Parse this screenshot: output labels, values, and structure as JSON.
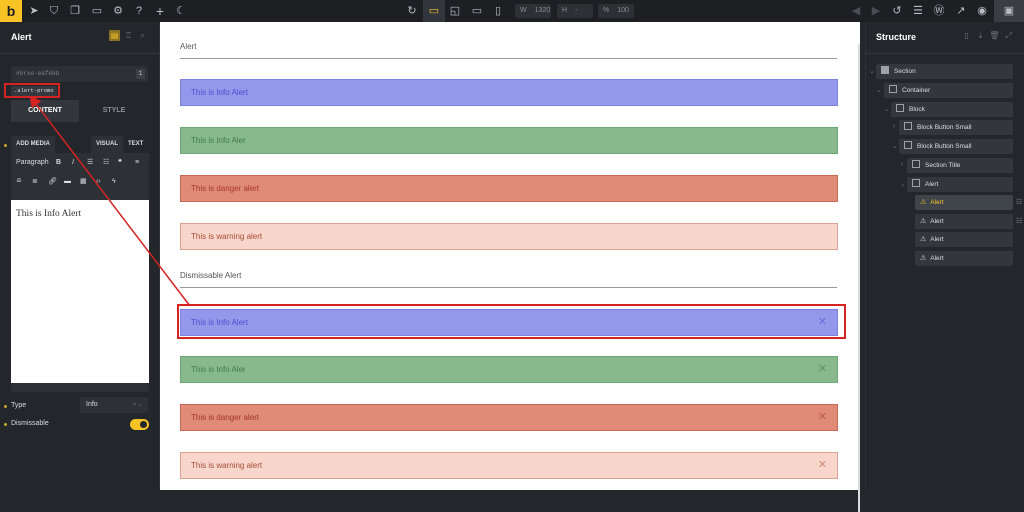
{
  "topbar": {
    "logo": "b",
    "left_icons": [
      "pointer-icon",
      "html5-icon",
      "pages-icon",
      "folder-icon",
      "settings-icon",
      "help-icon",
      "plus-icon",
      "moon-icon"
    ],
    "center_icons": [
      "refresh-icon",
      "desktop-icon",
      "tablet-landscape-icon",
      "tablet-icon",
      "mobile-icon"
    ],
    "width_label": "W",
    "width_value": "1320",
    "height_label": "H",
    "height_value": "-",
    "zoom_label": "%",
    "zoom_value": "100",
    "right_icons": [
      "undo-icon",
      "redo-icon",
      "history-icon",
      "database-icon",
      "wordpress-icon",
      "external-link-icon",
      "eye-icon",
      "save-icon"
    ]
  },
  "left_panel": {
    "title": "Alert",
    "element_id": "#brxe-eafebb",
    "id_badge": "1",
    "class_chip": ".alert-promo",
    "tabs": [
      "CONTENT",
      "STYLE"
    ],
    "editor": {
      "add_media": "ADD MEDIA",
      "visual_tab": "VISUAL",
      "text_tab": "TEXT",
      "format": "Paragraph",
      "content": "This is Info Alert"
    },
    "controls": {
      "type_label": "Type",
      "type_value": "Info",
      "dismissable_label": "Dismissable",
      "dismissable_on": true
    }
  },
  "canvas": {
    "sections": [
      {
        "title": "Alert",
        "alerts": [
          {
            "text": "This is Info Alert",
            "type": "info"
          },
          {
            "text": "This is Info Aler",
            "type": "success"
          },
          {
            "text": "This is danger alert",
            "type": "danger"
          },
          {
            "text": "This is warning alert",
            "type": "warning"
          }
        ]
      },
      {
        "title": "Dismissable Alert",
        "alerts": [
          {
            "text": "This is Info Alert",
            "type": "info",
            "close": "✕"
          },
          {
            "text": "This is Info Aler",
            "type": "success",
            "close": "✕"
          },
          {
            "text": "This is danger alert",
            "type": "danger",
            "close": "✕"
          },
          {
            "text": "This is warning alert",
            "type": "warning",
            "close": "✕"
          }
        ]
      }
    ],
    "colors": {
      "info_bg": "#9497ea",
      "info_text": "#4a4fcf",
      "info_border": "#7c80e0",
      "success_bg": "#88b98d",
      "success_text": "#3f7a46",
      "success_border": "#6fa675",
      "danger_bg": "#e08a78",
      "danger_text": "#a4372a",
      "danger_border": "#c96856",
      "warning_bg": "#f9d6cb",
      "warning_text": "#a44c36",
      "warning_border": "#d9a292"
    }
  },
  "right_panel": {
    "title": "Structure",
    "tree": [
      {
        "label": "Section",
        "level": 0,
        "icon": "section-icon"
      },
      {
        "label": "Container",
        "level": 1,
        "icon": "container-icon"
      },
      {
        "label": "Block",
        "level": 2,
        "icon": "block-icon"
      },
      {
        "label": "Block Button Small",
        "level": 3,
        "icon": "block-icon"
      },
      {
        "label": "Block Button Small",
        "level": 3,
        "icon": "block-icon"
      },
      {
        "label": "Section Title",
        "level": 4,
        "icon": "block-icon"
      },
      {
        "label": "Alert",
        "level": 4,
        "icon": "block-icon"
      },
      {
        "label": "Alert",
        "level": 5,
        "icon": "warning-icon",
        "selected": true
      },
      {
        "label": "Alert",
        "level": 5,
        "icon": "warning-icon"
      },
      {
        "label": "Alert",
        "level": 5,
        "icon": "warning-icon"
      },
      {
        "label": "Alert",
        "level": 5,
        "icon": "warning-icon"
      }
    ]
  },
  "annotation": {
    "color": "#d32323"
  }
}
